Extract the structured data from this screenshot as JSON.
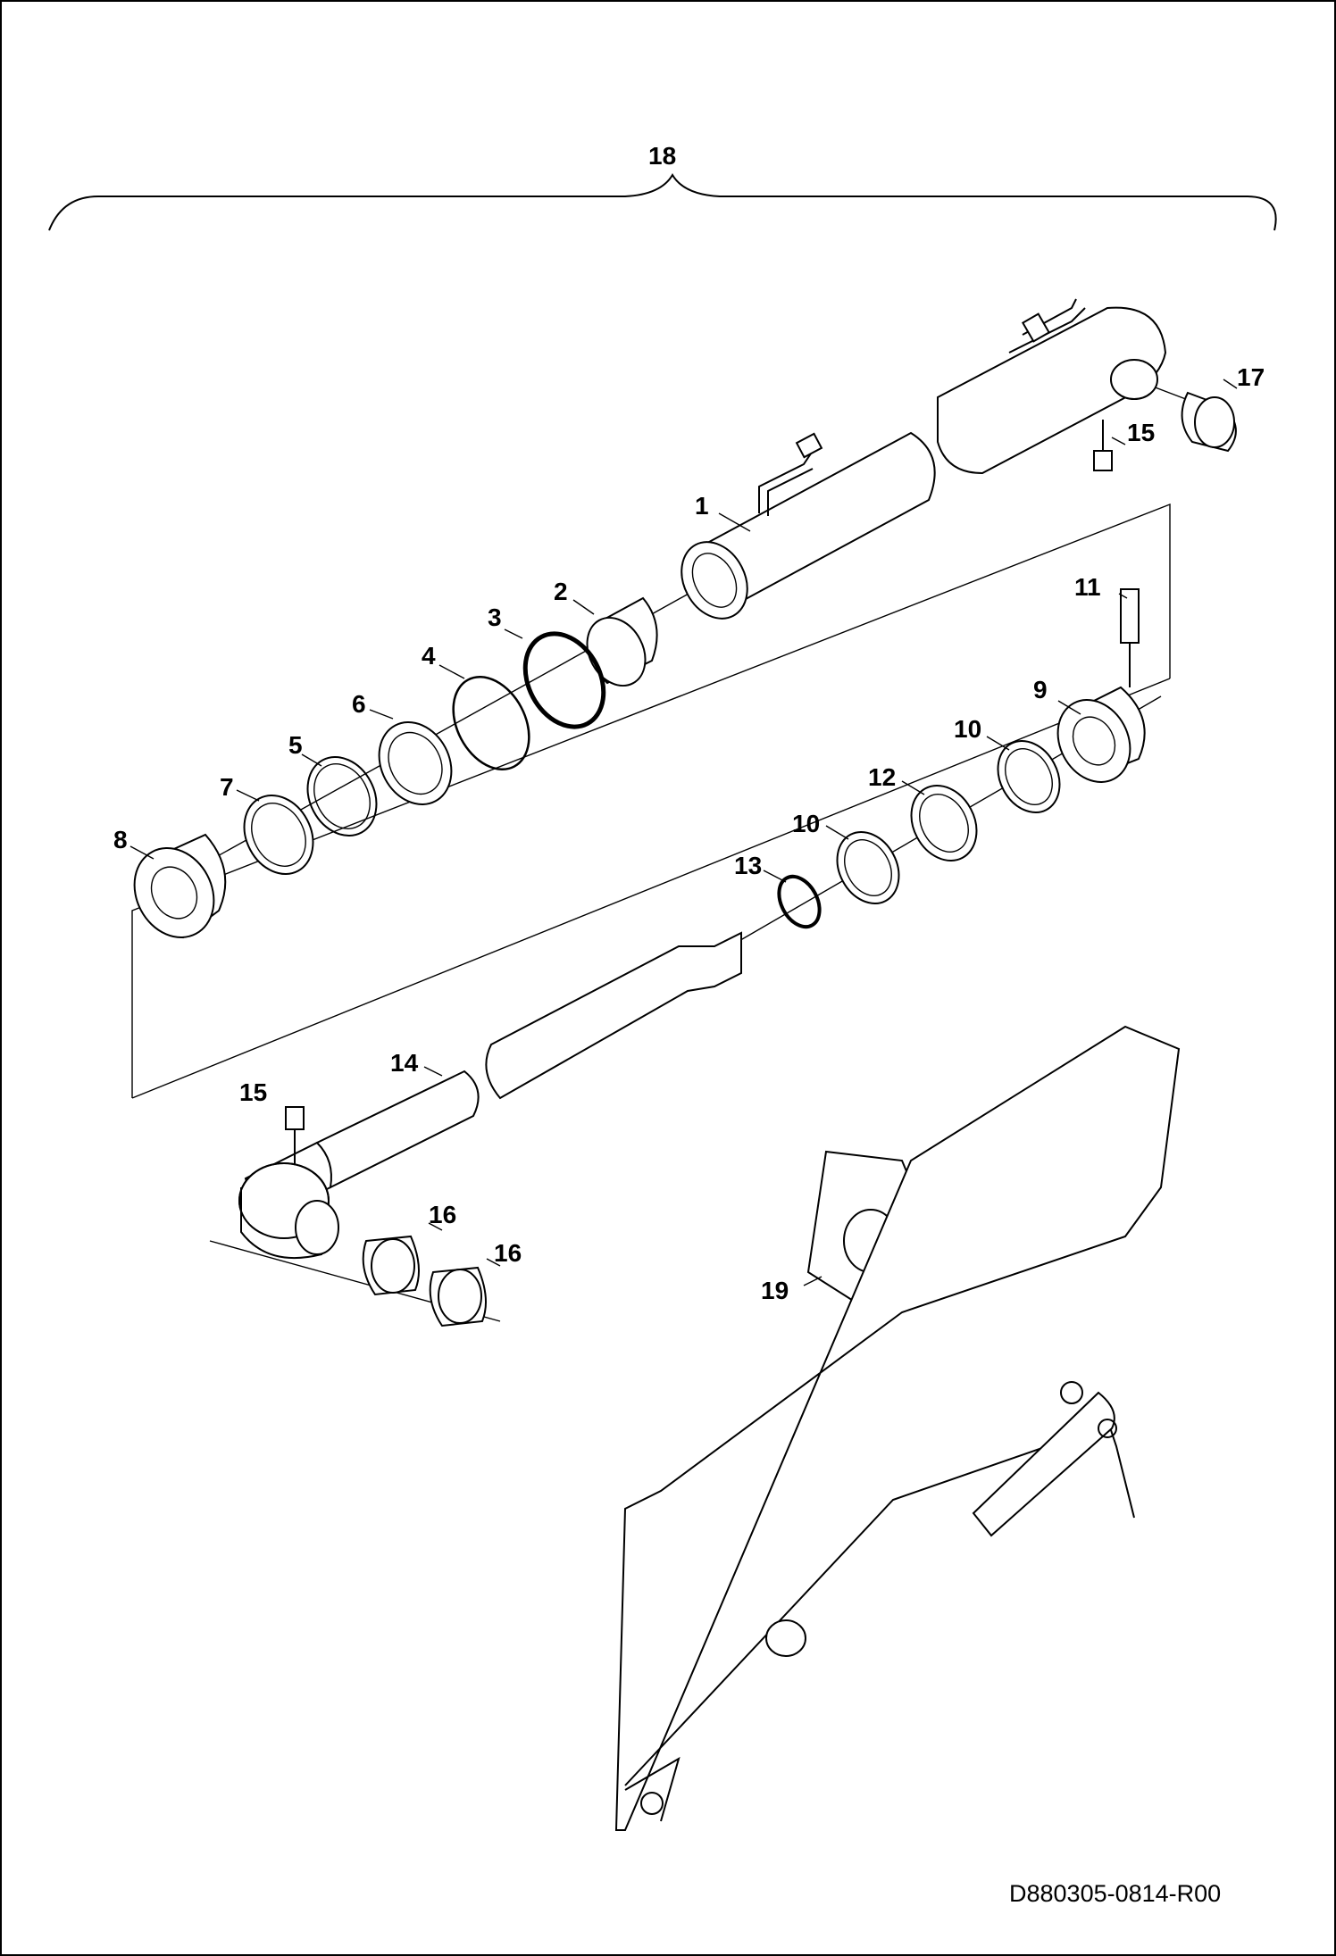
{
  "drawing": {
    "document_id": "D880305-0814-R00",
    "callouts": {
      "c1": "1",
      "c2": "2",
      "c3": "3",
      "c4": "4",
      "c5": "5",
      "c6": "6",
      "c7": "7",
      "c8": "8",
      "c9": "9",
      "c10a": "10",
      "c10b": "10",
      "c11": "11",
      "c12": "12",
      "c13": "13",
      "c14": "14",
      "c15a": "15",
      "c15b": "15",
      "c16a": "16",
      "c16b": "16",
      "c17": "17",
      "c18": "18",
      "c19": "19"
    }
  }
}
